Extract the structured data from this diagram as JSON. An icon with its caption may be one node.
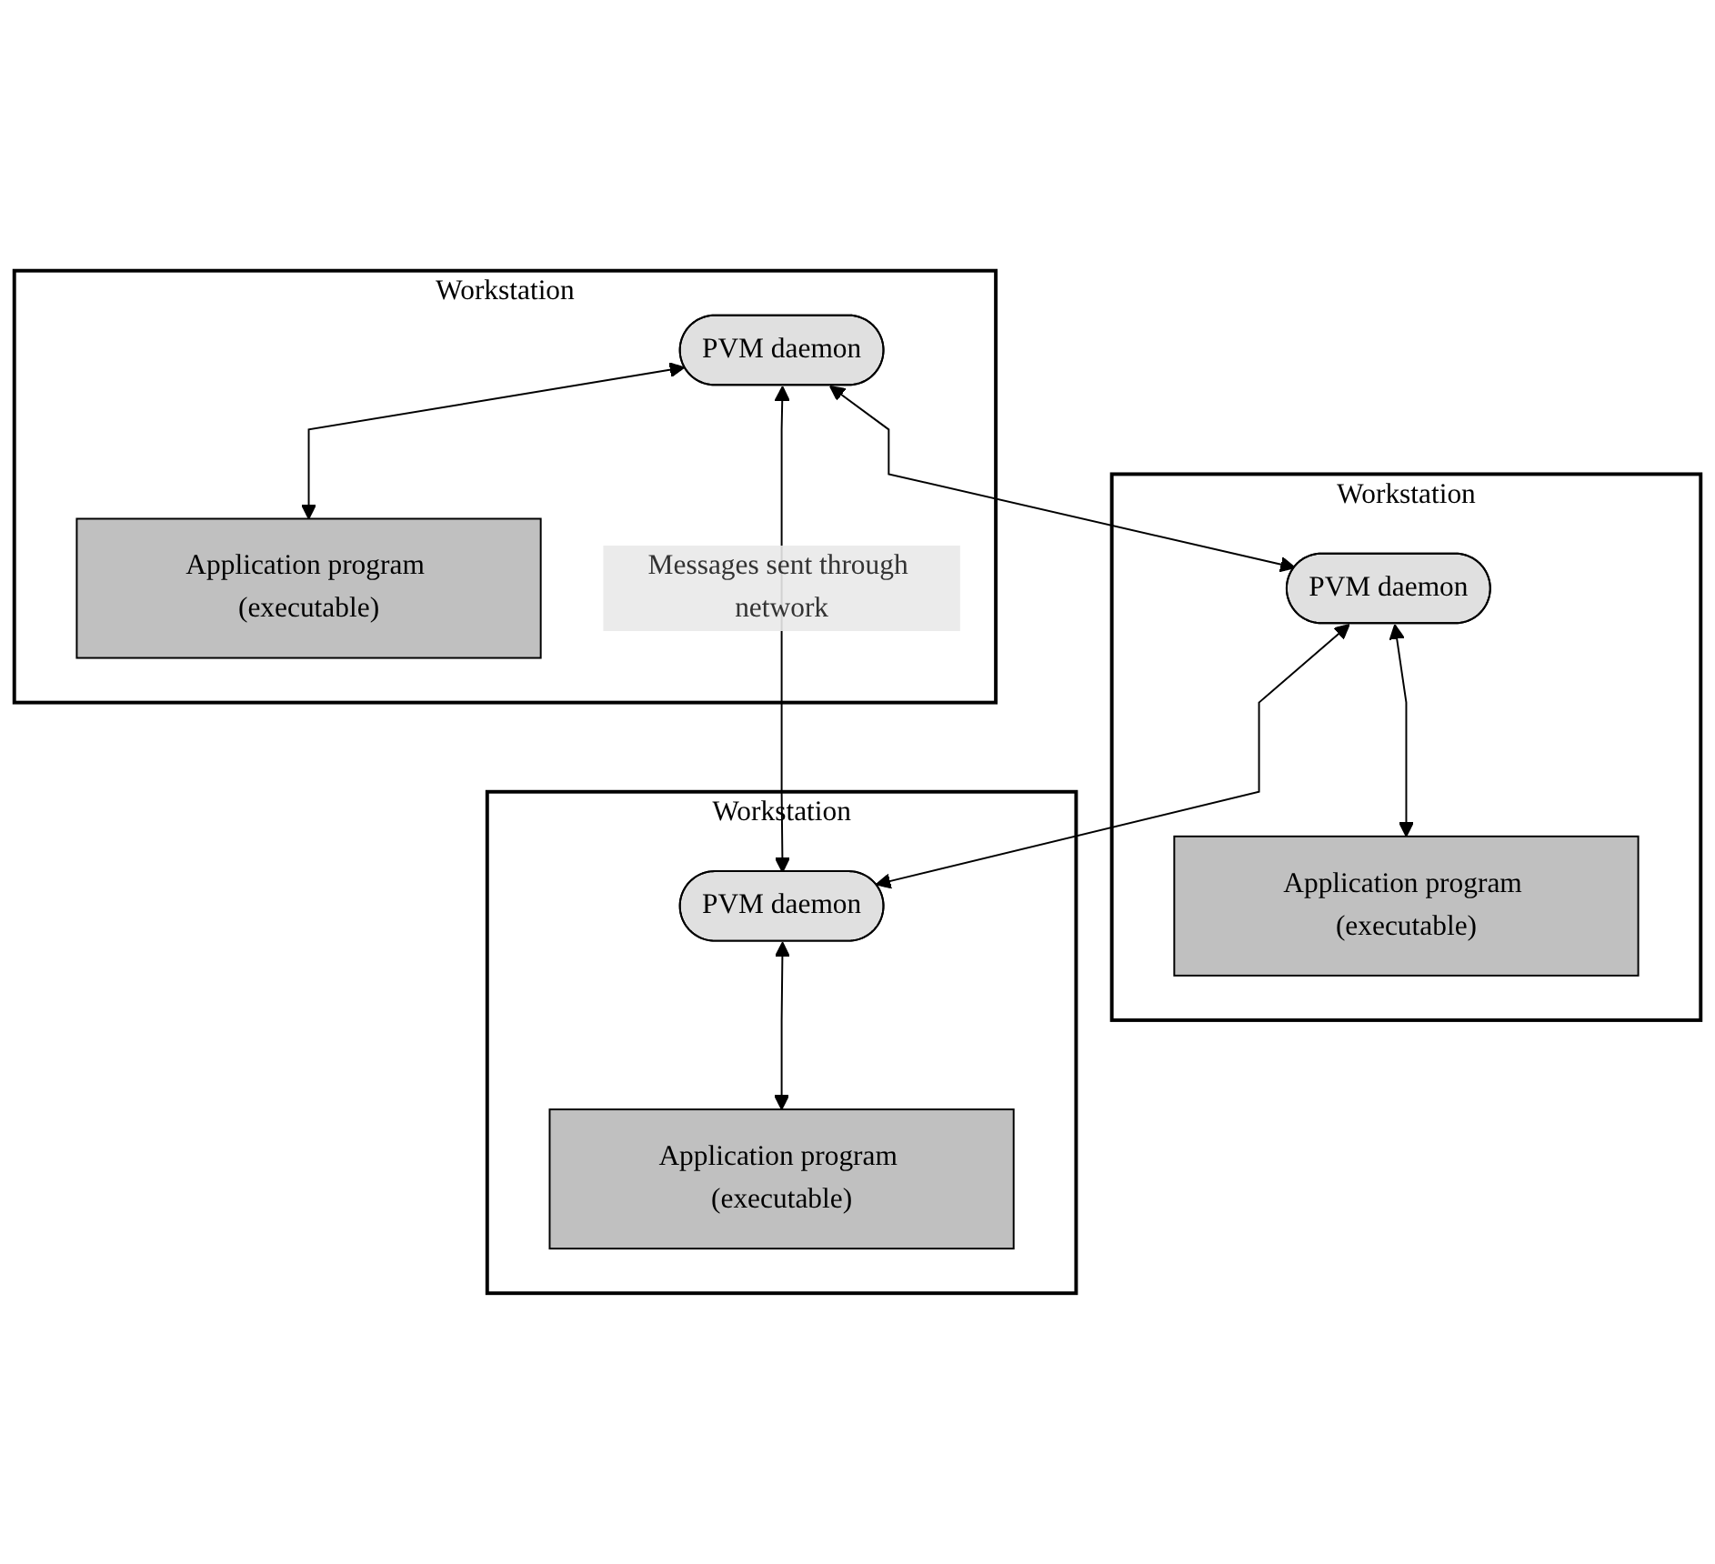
{
  "diagram": {
    "nodes": [
      {
        "text": [
          "Workstation"
        ]
      },
      {
        "text": [
          "PVM daemon"
        ],
        "in": 0
      },
      {
        "text": [
          "Application program (executable)"
        ],
        "in": 0
      },
      {
        "text": [
          "Workstation"
        ]
      },
      {
        "text": [
          "PVM daemon"
        ],
        "in": 3
      },
      {
        "text": [
          "Application program (executable)"
        ],
        "in": 3
      },
      {
        "text": [
          "Workstation"
        ]
      },
      {
        "text": [
          "PVM daemon"
        ],
        "in": 6
      },
      {
        "text": [
          "Application program (executable)"
        ],
        "in": 6
      }
    ],
    "edges": [
      {
        "from": 1,
        "to": 2,
        "arrow": "both"
      },
      {
        "from": 1,
        "to": 4,
        "arrow": "both"
      },
      {
        "from": 1,
        "to": 7,
        "arrow": "both",
        "label": "Messages sent through network"
      },
      {
        "from": 4,
        "to": 5,
        "arrow": "both"
      },
      {
        "from": 4,
        "to": 7,
        "arrow": "both"
      },
      {
        "from": 7,
        "to": 8,
        "arrow": "both"
      }
    ]
  }
}
